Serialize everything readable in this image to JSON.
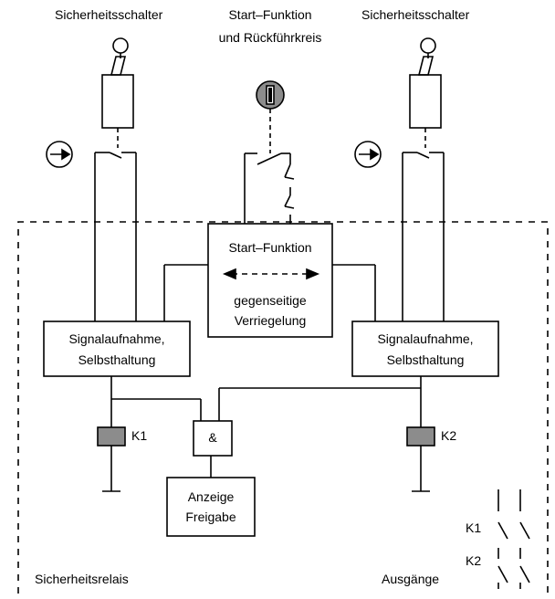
{
  "title_left": "Sicherheitsschalter",
  "title_center_line1": "Start–Funktion",
  "title_center_line2": "und Rückführkreis",
  "title_right": "Sicherheitsschalter",
  "start_box": {
    "line1": "Start–Funktion",
    "line2": "gegenseitige",
    "line3": "Verriegelung"
  },
  "left_box": {
    "line1": "Signalaufnahme,",
    "line2": "Selbsthaltung"
  },
  "right_box": {
    "line1": "Signalaufnahme,",
    "line2": "Selbsthaltung"
  },
  "and_gate": "&",
  "k1_label": "K1",
  "k2_label": "K2",
  "output_box": {
    "line1": "Anzeige",
    "line2": "Freigabe"
  },
  "outputs_k1": "K1",
  "outputs_k2": "K2",
  "relay_label": "Sicherheitsrelais",
  "outputs_label": "Ausgänge",
  "colors": {
    "line": "#000000",
    "fill_gray": "#8c8c8c",
    "fill_key": "#8c8c8c"
  }
}
